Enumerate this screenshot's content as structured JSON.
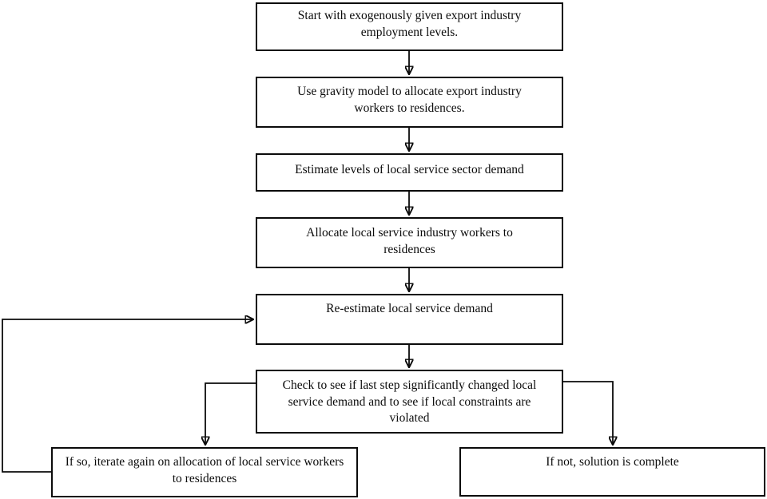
{
  "diagram": {
    "type": "flowchart",
    "background_color": "#ffffff",
    "line_color": "#0b0b0b",
    "box_fill_color": "#ffffff",
    "box_border_color": "#0b0b0b",
    "nodes": [
      {
        "id": "start",
        "text": "Start with exogenously given export industry employment levels."
      },
      {
        "id": "gravity-model",
        "text": "Use gravity model to allocate export industry workers to residences."
      },
      {
        "id": "estimate-demand",
        "text": "Estimate levels of local service sector demand"
      },
      {
        "id": "allocate-workers",
        "text": "Allocate local service industry workers to residences"
      },
      {
        "id": "re-estimate",
        "text": "Re-estimate local service demand"
      },
      {
        "id": "check-step",
        "text": "Check to see if last step significantly changed local service demand and to see if local constraints are violated"
      },
      {
        "id": "iterate-again",
        "text": "If so, iterate again on allocation of local service workers to residences"
      },
      {
        "id": "complete",
        "text": "If not, solution is complete"
      }
    ],
    "edges": [
      {
        "from": "start",
        "to": "gravity-model"
      },
      {
        "from": "gravity-model",
        "to": "estimate-demand"
      },
      {
        "from": "estimate-demand",
        "to": "allocate-workers"
      },
      {
        "from": "allocate-workers",
        "to": "re-estimate"
      },
      {
        "from": "re-estimate",
        "to": "check-step"
      },
      {
        "from": "check-step",
        "to": "iterate-again"
      },
      {
        "from": "check-step",
        "to": "complete"
      },
      {
        "from": "iterate-again",
        "to": "re-estimate"
      }
    ]
  }
}
